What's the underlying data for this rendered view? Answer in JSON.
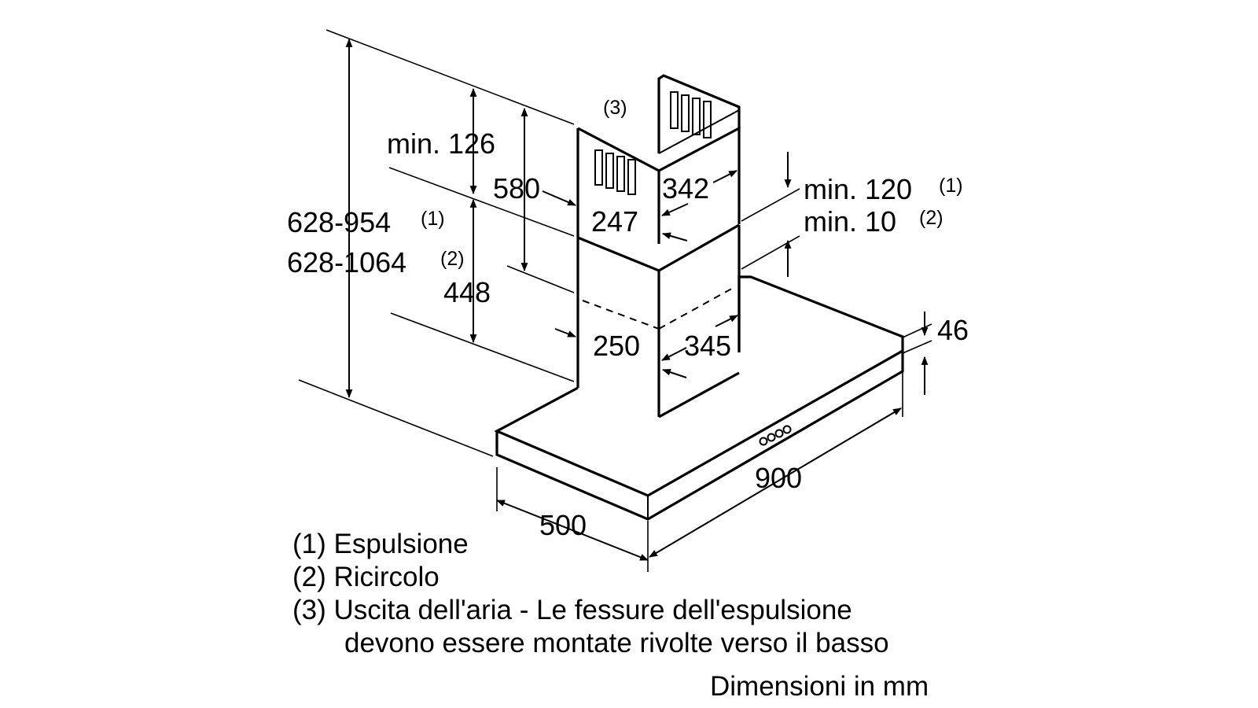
{
  "labels": {
    "outlet_ref": "(3)",
    "min_126": "min. 126",
    "d_580": "580",
    "d_342": "342",
    "d_247": "247",
    "min_120": "min. 120",
    "min_120_ref": "(1)",
    "min_10": "min. 10",
    "min_10_ref": "(2)",
    "h_628_954": "628-954",
    "h_628_954_ref": "(1)",
    "h_628_1064": "628-1064",
    "h_628_1064_ref": "(2)",
    "d_448": "448",
    "d_250": "250",
    "d_345": "345",
    "d_46": "46",
    "d_900": "900",
    "d_500": "500"
  },
  "legend": {
    "item1": "(1) Espulsione",
    "item2": "(2) Ricircolo",
    "item3_line1": "(3) Uscita dell'aria - Le fessure dell'espulsione",
    "item3_line2": "devono essere montate rivolte verso il basso",
    "units": "Dimensioni in mm"
  }
}
